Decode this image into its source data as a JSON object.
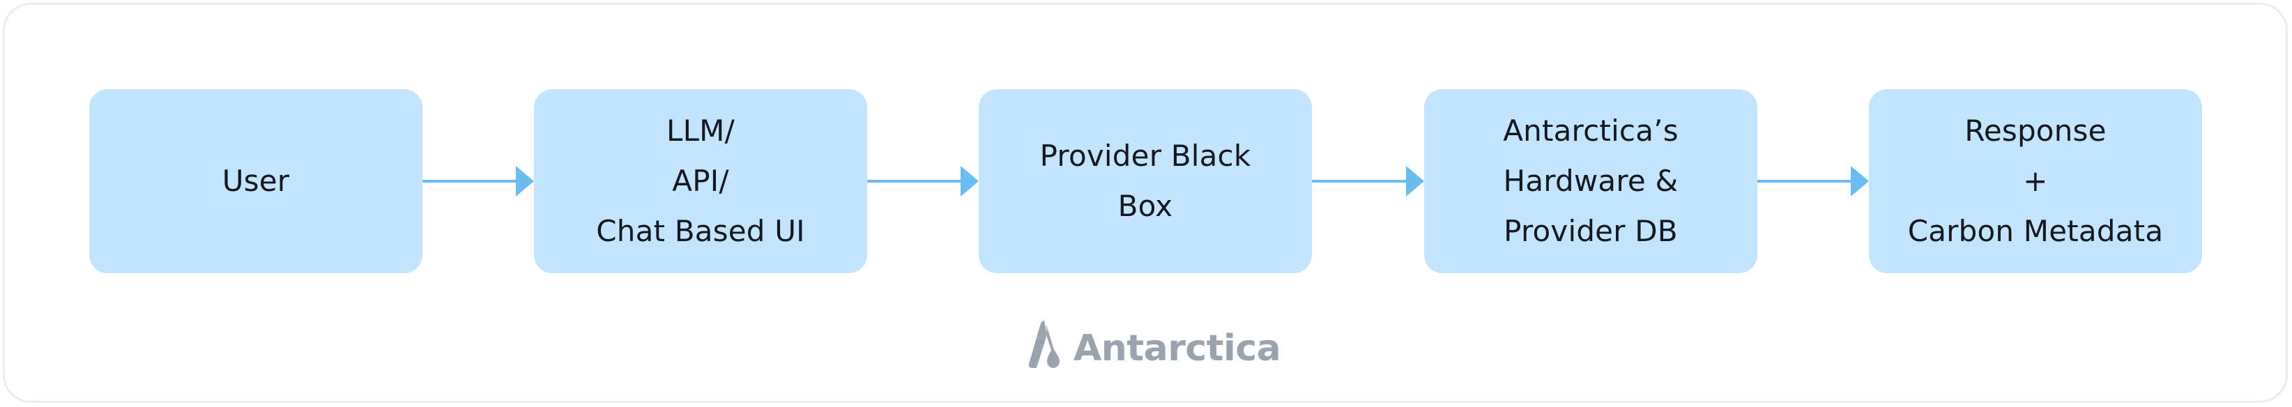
{
  "diagram": {
    "nodes": [
      {
        "id": "user",
        "lines": [
          "User"
        ]
      },
      {
        "id": "llm-api",
        "lines": [
          "LLM/",
          "API/",
          "Chat Based UI"
        ]
      },
      {
        "id": "provider-black-box",
        "lines": [
          "Provider Black",
          "Box"
        ]
      },
      {
        "id": "antarctica-hardware",
        "lines": [
          "Antarctica’s",
          "Hardware &",
          "Provider DB"
        ]
      },
      {
        "id": "response",
        "lines": [
          "Response",
          "+",
          "Carbon Metadata"
        ]
      }
    ],
    "edges": [
      {
        "from": "user",
        "to": "llm-api"
      },
      {
        "from": "llm-api",
        "to": "provider-black-box"
      },
      {
        "from": "provider-black-box",
        "to": "antarctica-hardware"
      },
      {
        "from": "antarctica-hardware",
        "to": "response"
      }
    ],
    "colors": {
      "node_fill": "#c2e4fd",
      "arrow": "#6bbcf1",
      "frame_border": "#e8edf2",
      "logo": "#9aa3ae"
    }
  },
  "logo": {
    "icon": "antarctica-logo-icon",
    "text": "Antarctica"
  }
}
